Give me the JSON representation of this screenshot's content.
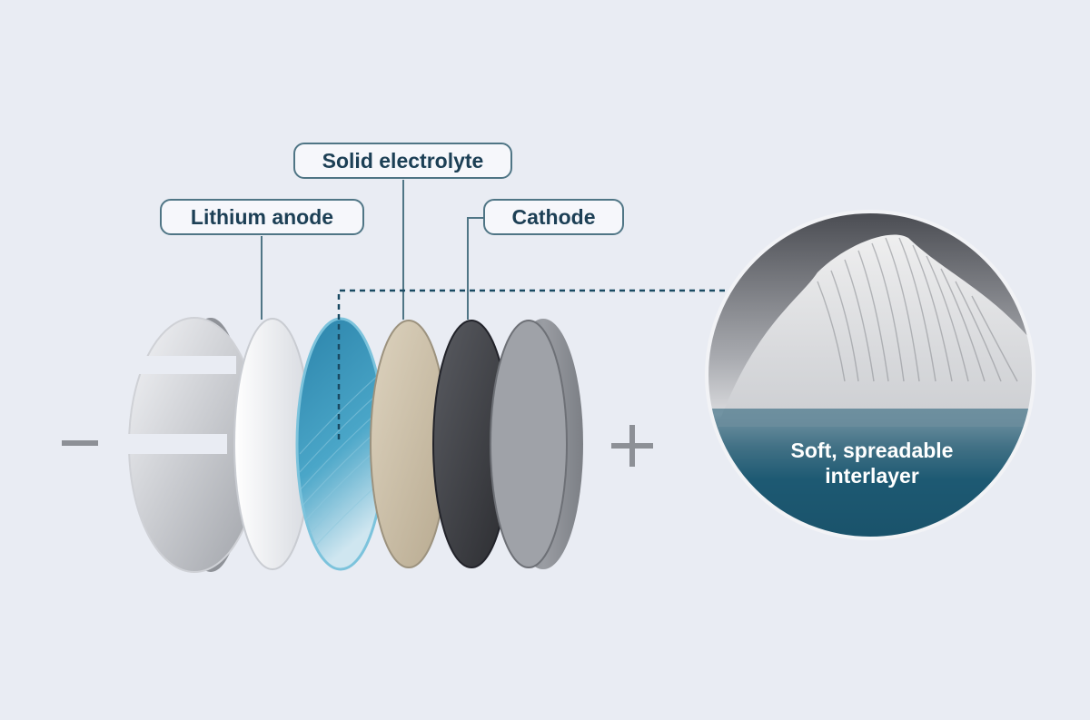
{
  "labels": {
    "lithium_anode": "Lithium anode",
    "solid_electrolyte": "Solid electrolyte",
    "cathode": "Cathode"
  },
  "inset": {
    "line1": "Soft, spreadable",
    "line2": "interlayer"
  },
  "colors": {
    "background": "#e9ecf3",
    "label_border": "#4f7585",
    "label_text": "#1c3f55",
    "interlayer_blue": "#3b95b8",
    "electrolyte_beige": "#cfc3ab",
    "cathode_dark": "#3e3f44",
    "inset_band": "#1e5a73",
    "arrow": "#1a4a63"
  },
  "icons": {
    "negative_terminal": "minus-icon",
    "positive_terminal": "plus-icon"
  }
}
